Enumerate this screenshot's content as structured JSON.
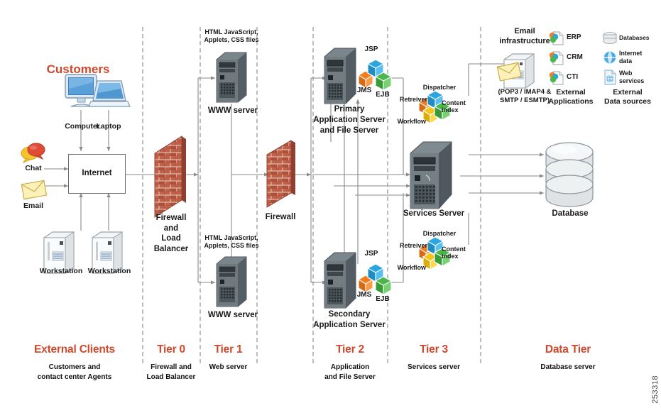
{
  "diagram": {
    "watermark": "253318",
    "accent_color": "#d1472c",
    "line_color": "#8a8a8a",
    "divider_color": "#bdbdbd"
  },
  "external_clients": {
    "heading": "Customers",
    "computer_label": "Computer",
    "laptop_label": "Laptop",
    "chat_label": "Chat",
    "email_label": "Email",
    "workstation1_label": "Workstation",
    "workstation2_label": "Workstation",
    "internet_label": "Internet"
  },
  "tier0": {
    "firewall_label": "Firewall\nand\nLoad\nBalancer",
    "firewall_line1": "Firewall",
    "firewall_line2": "and",
    "firewall_line3": "Load",
    "firewall_line4": "Balancer"
  },
  "tier1": {
    "top_caption": "HTML JavaScript,\nApplets, CSS files",
    "top_caption_l1": "HTML JavaScript,",
    "top_caption_l2": "Applets, CSS files",
    "top_server_label": "WWW server",
    "bottom_caption_l1": "HTML JavaScript,",
    "bottom_caption_l2": "Applets, CSS files",
    "bottom_server_label": "WWW server",
    "firewall2_label": "Firewall"
  },
  "tier2": {
    "primary_label_l1": "Primary",
    "primary_label_l2": "Application Server",
    "primary_label_l3": "and File Server",
    "secondary_label_l1": "Secondary",
    "secondary_label_l2": "Application Server",
    "cubes": [
      {
        "name": "JSP",
        "color": "#2ca6e0"
      },
      {
        "name": "JMS",
        "color": "#f07d20"
      },
      {
        "name": "EJB",
        "color": "#4cb749"
      }
    ]
  },
  "tier3": {
    "server_label": "Services Server",
    "cubes": [
      {
        "name": "Dispatcher",
        "color": "#2ca6e0"
      },
      {
        "name": "Retreiver",
        "color": "#f07d20"
      },
      {
        "name": "Workflow",
        "color": "#f5c518"
      },
      {
        "name": "Content index",
        "color": "#4cb749"
      }
    ]
  },
  "data_tier": {
    "database_label": "Database"
  },
  "external_systems": {
    "email_infra_title_l1": "Email",
    "email_infra_title_l2": "infrastructure",
    "email_infra_proto_l1": "(POP3 / IMAP4 &",
    "email_infra_proto_l2": "SMTP / ESMTP)",
    "apps_title_l1": "External",
    "apps_title_l2": "Applications",
    "apps": [
      "ERP",
      "CRM",
      "CTI"
    ],
    "sources_title_l1": "External",
    "sources_title_l2": "Data sources",
    "sources": [
      "Databases",
      "Internet\ndata",
      "Web\nservices"
    ],
    "source_db": "Databases",
    "source_net_l1": "Internet",
    "source_net_l2": "data",
    "source_web_l1": "Web",
    "source_web_l2": "services"
  },
  "footer": {
    "tiers": [
      {
        "title": "External Clients",
        "sub_l1": "Customers and",
        "sub_l2": "contact center Agents"
      },
      {
        "title": "Tier 0",
        "sub_l1": "Firewall and",
        "sub_l2": "Load Balancer"
      },
      {
        "title": "Tier 1",
        "sub_l1": "Web server",
        "sub_l2": ""
      },
      {
        "title": "Tier 2",
        "sub_l1": "Application",
        "sub_l2": "and File Server"
      },
      {
        "title": "Tier 3",
        "sub_l1": "Services server",
        "sub_l2": ""
      },
      {
        "title": "Data Tier",
        "sub_l1": "Database server",
        "sub_l2": ""
      }
    ]
  }
}
